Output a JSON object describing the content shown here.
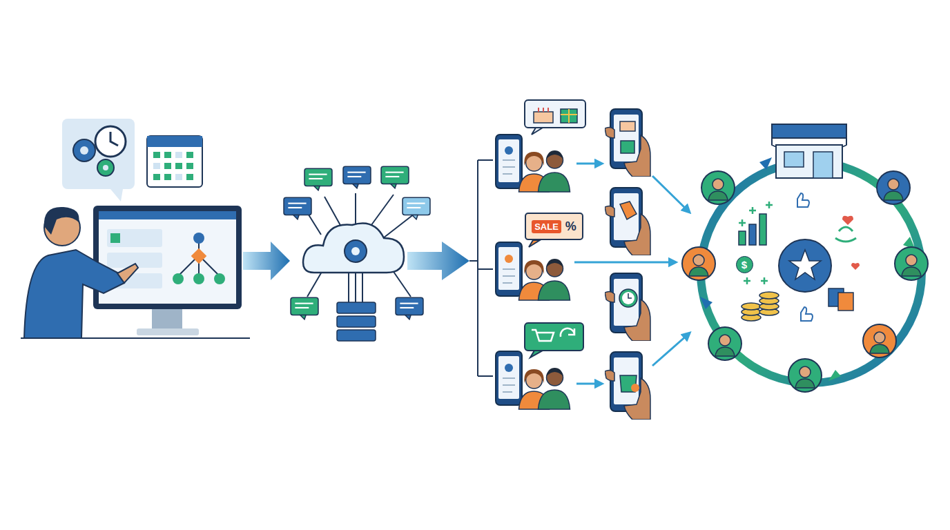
{
  "diagram": {
    "nodes": [
      {
        "text": [
          "SALE",
          "%"
        ]
      },
      {
        "text": [
          "$"
        ]
      }
    ]
  }
}
